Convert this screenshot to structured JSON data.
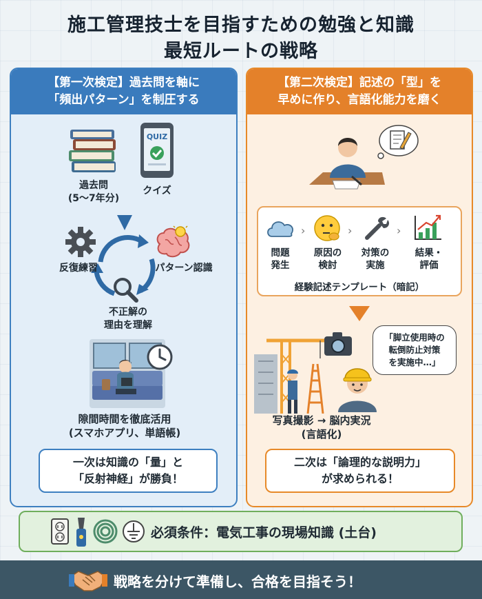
{
  "title": {
    "line1": "施工管理技士を目指すための勉強と知識",
    "line2": "最短ルートの戦略"
  },
  "left": {
    "header": {
      "line1": "【第一次検定】過去問を軸に",
      "line2": "「頻出パターン」を制圧する"
    },
    "books_label_1": "過去問",
    "books_label_2": "(5〜7年分)",
    "quiz_icon_text": "QUIZ",
    "quiz_label": "クイズ",
    "cycle": {
      "practice": "反復練習",
      "pattern": "パターン認識",
      "reason_1": "不正解の",
      "reason_2": "理由を理解"
    },
    "spare_time_1": "隙間時間を徹底活用",
    "spare_time_2": "(スマホアプリ、単語帳)",
    "callout_1": "一次は知識の「量」と",
    "callout_2": "「反射神経」が勝負！"
  },
  "right": {
    "header": {
      "line1": "【第二次検定】記述の「型」を",
      "line2": "早めに作り、言語化能力を磨く"
    },
    "steps": [
      {
        "l1": "問題",
        "l2": "発生"
      },
      {
        "l1": "原因の",
        "l2": "検討"
      },
      {
        "l1": "対策の",
        "l2": "実施"
      },
      {
        "l1": "結果・",
        "l2": "評価"
      }
    ],
    "template_label": "経験記述テンプレート（暗記）",
    "speech_1": "「脚立使用時の",
    "speech_2": "転倒防止対策",
    "speech_3": "を実施中…」",
    "photo_label_1": "写真撮影 → 脳内実況",
    "photo_label_2": "(言語化)",
    "callout_1": "二次は「論理的な説明力」",
    "callout_2": "が求められる！"
  },
  "requirement": "必須条件：電気工事の現場知識 (土台)",
  "footer": "戦略を分けて準備し、合格を目指そう！",
  "colors": {
    "left_accent": "#3a7bbd",
    "right_accent": "#e4812a",
    "requirement_accent": "#6fae5c",
    "footer_bg": "#3c5665"
  },
  "icons": [
    "book-stack-icon",
    "quiz-tablet-icon",
    "down-arrow-icon",
    "gear-icon",
    "brain-bulb-icon",
    "magnifier-icon",
    "cycle-arrows-icon",
    "clock-icon",
    "train-passenger-icon",
    "writer-icon",
    "pencil-note-icon",
    "cloud-icon",
    "thinking-face-icon",
    "wrench-icon",
    "growth-chart-icon",
    "crane-icon",
    "camera-icon",
    "worker-icon",
    "outlet-icon",
    "tester-icon",
    "cable-icon",
    "ground-icon",
    "handshake-icon"
  ]
}
